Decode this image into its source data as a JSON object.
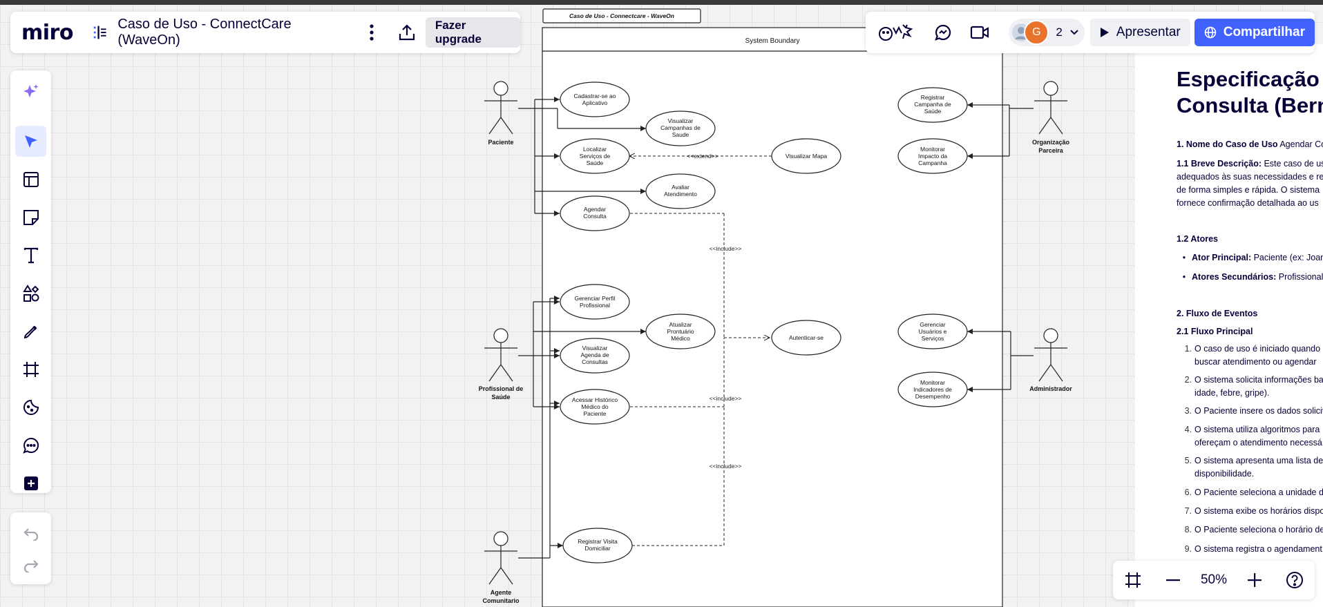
{
  "app": {
    "logo": "miro",
    "board_title": "Caso de Uso - ConnectCare (WaveOn)",
    "upgrade_label": "Fazer upgrade"
  },
  "collab": {
    "user_initial": "G",
    "user_count": "2",
    "present_label": "Apresentar",
    "share_label": "Compartilhar"
  },
  "toolbar": {
    "tools": [
      "ai-sparkle-icon",
      "select-cursor-icon",
      "templates-icon",
      "sticky-note-icon",
      "text-icon",
      "shapes-icon",
      "pen-icon",
      "frame-icon",
      "stickers-icon",
      "comment-icon",
      "more-tools-icon"
    ]
  },
  "zoom": {
    "value": "50%"
  },
  "diagram": {
    "frame_title": "Caso de Uso - Connectcare - WaveOn",
    "boundary_label": "System Boundary",
    "actors": {
      "paciente": "Paciente",
      "profissional_1": "Profissional de",
      "profissional_2": "Saúde",
      "agente_1": "Agente",
      "agente_2": "Comunitario",
      "organizacao_1": "Organização",
      "organizacao_2": "Parceira",
      "administrador": "Administrador"
    },
    "use_cases": {
      "cadastrar_1": "Cadastrar-se ao",
      "cadastrar_2": "Aplicativo",
      "visualizar_camp_1": "Visualizar",
      "visualizar_camp_2": "Campanhas de",
      "visualizar_camp_3": "Saude",
      "localizar_1": "Localizar",
      "localizar_2": "Serviços de",
      "localizar_3": "Saúde",
      "visualizar_mapa": "Visualizar Mapa",
      "avaliar_1": "Avaliar",
      "avaliar_2": "Atendimento",
      "agendar_1": "Agendar",
      "agendar_2": "Consulta",
      "registrar_camp_1": "Registrar",
      "registrar_camp_2": "Campanha de",
      "registrar_camp_3": "Saúde",
      "monitorar_imp_1": "Monitorar",
      "monitorar_imp_2": "Impacto da",
      "monitorar_imp_3": "Campanha",
      "gerenciar_perfil_1": "Gerenciar Perfil",
      "gerenciar_perfil_2": "Profissional",
      "atualizar_1": "Atualizar",
      "atualizar_2": "Prontuário",
      "atualizar_3": "Médico",
      "visualizar_agenda_1": "Visualizar",
      "visualizar_agenda_2": "Agenda de",
      "visualizar_agenda_3": "Consultas",
      "autenticar": "Autenticar-se",
      "acessar_1": "Acessar Histórico",
      "acessar_2": "Médico do",
      "acessar_3": "Paciente",
      "gerenciar_usu_1": "Gerenciar",
      "gerenciar_usu_2": "Usuários e",
      "gerenciar_usu_3": "Serviços",
      "monitorar_ind_1": "Monitorar",
      "monitorar_ind_2": "Indicadores de",
      "monitorar_ind_3": "Desempenho",
      "registrar_visita_1": "Registrar Visita",
      "registrar_visita_2": "Domiciliar"
    },
    "relations": {
      "extend": "<<extend>>",
      "include_1": "<<include>>",
      "include_2": "<<include>>",
      "include_3": "<<include>>"
    }
  },
  "document": {
    "title_1": "Especificação de",
    "title_2": "Consulta (Berna",
    "s1_label": "1. Nome do Caso de Uso",
    "s1_value": " Agendar Co",
    "s11_label": "1.1 Breve Descrição:",
    "s11_line1": " Este caso de uso",
    "s11_line2": "adequados às suas necessidades e re",
    "s11_line3": "de forma simples e rápida. O sistema",
    "s11_line4": "fornece confirmação detalhada ao us",
    "s12": "1.2 Atores",
    "actor_primary_label": "Ator Principal:",
    "actor_primary_value": " Paciente (ex: Joan",
    "actor_secondary_label": "Atores Secundários:",
    "actor_secondary_value": " Profissional",
    "s2": "2. Fluxo de Eventos",
    "s21": "2.1 Fluxo Principal",
    "steps": [
      {
        "n": "1.",
        "l1": "O caso de uso é iniciado quando",
        "l2": "buscar atendimento ou agendar"
      },
      {
        "n": "2.",
        "l1": "O sistema solicita informações ba",
        "l2": "idade, febre, gripe)."
      },
      {
        "n": "3.",
        "l1": "O Paciente insere os dados solicit",
        "l2": ""
      },
      {
        "n": "4.",
        "l1": "O sistema utiliza algoritmos para",
        "l2": "ofereçam o atendimento necessá"
      },
      {
        "n": "5.",
        "l1": "O sistema apresenta uma lista de",
        "l2": "disponibilidade."
      },
      {
        "n": "6.",
        "l1": "O Paciente seleciona a unidade d",
        "l2": ""
      },
      {
        "n": "7.",
        "l1": "O sistema exibe os horários dispo",
        "l2": ""
      },
      {
        "n": "8.",
        "l1": "O Paciente seleciona o horário de",
        "l2": ""
      },
      {
        "n": "9.",
        "l1": "O sistema registra o agendament",
        "l2": ""
      }
    ]
  }
}
